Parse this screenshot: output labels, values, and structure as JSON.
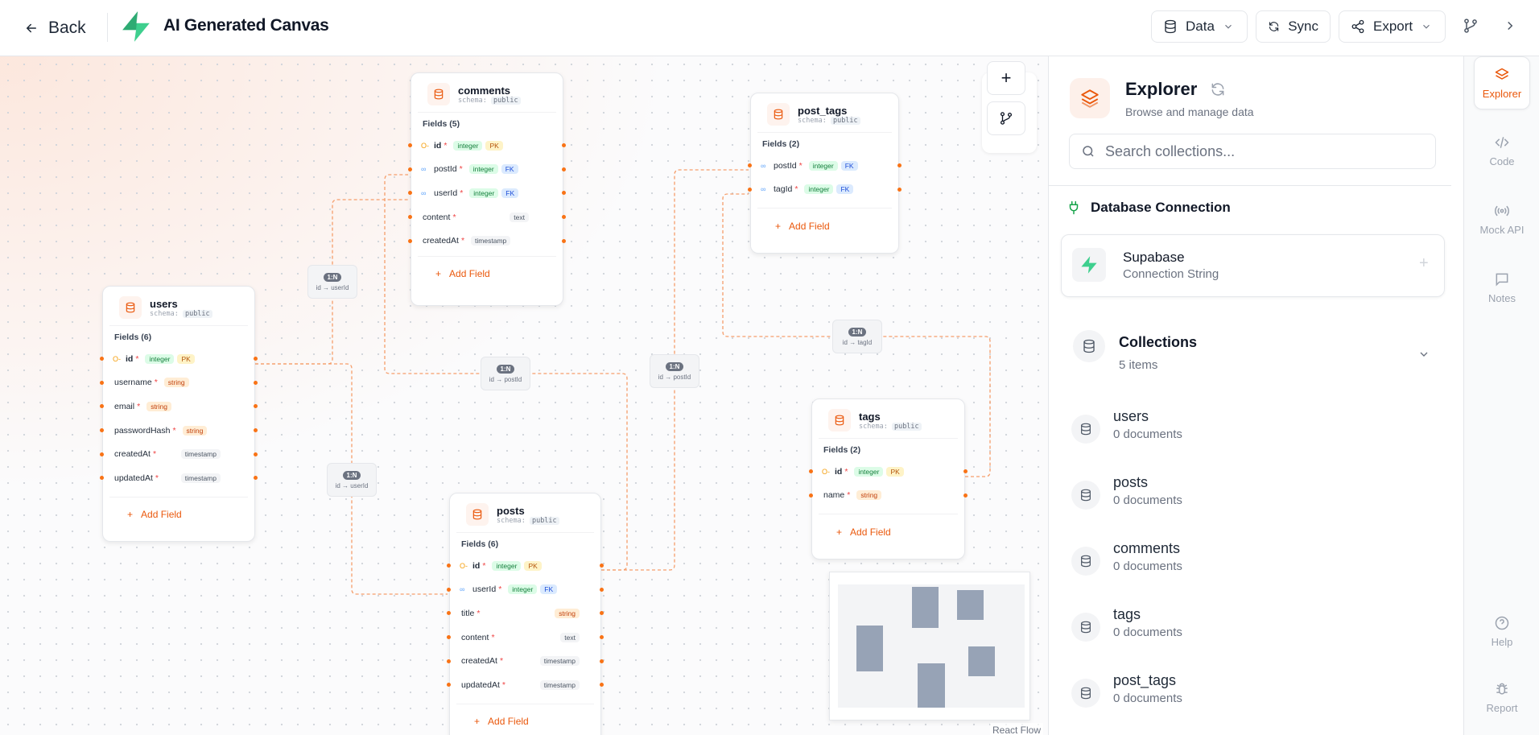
{
  "header": {
    "back_label": "Back",
    "title": "AI Generated Canvas",
    "data_label": "Data",
    "sync_label": "Sync",
    "export_label": "Export"
  },
  "nodes": {
    "users": {
      "name": "users",
      "schema_prefix": "schema:",
      "schema": "public",
      "fields_title": "Fields (6)",
      "fields": [
        {
          "name": "id",
          "type": "integer",
          "badge": "PK"
        },
        {
          "name": "username",
          "type": "string"
        },
        {
          "name": "email",
          "type": "string"
        },
        {
          "name": "passwordHash",
          "type": "string"
        },
        {
          "name": "createdAt",
          "type": "timestamp"
        },
        {
          "name": "updatedAt",
          "type": "timestamp"
        }
      ]
    },
    "comments": {
      "name": "comments",
      "schema_prefix": "schema:",
      "schema": "public",
      "fields_title": "Fields (5)",
      "fields": [
        {
          "name": "id",
          "type": "integer",
          "badge": "PK"
        },
        {
          "name": "postId",
          "type": "integer",
          "badge": "FK"
        },
        {
          "name": "userId",
          "type": "integer",
          "badge": "FK"
        },
        {
          "name": "content",
          "type": "text"
        },
        {
          "name": "createdAt",
          "type": "timestamp"
        }
      ]
    },
    "post_tags": {
      "name": "post_tags",
      "schema_prefix": "schema:",
      "schema": "public",
      "fields_title": "Fields (2)",
      "fields": [
        {
          "name": "postId",
          "type": "integer",
          "badge": "FK"
        },
        {
          "name": "tagId",
          "type": "integer",
          "badge": "FK"
        }
      ]
    },
    "posts": {
      "name": "posts",
      "schema_prefix": "schema:",
      "schema": "public",
      "fields_title": "Fields (6)",
      "fields": [
        {
          "name": "id",
          "type": "integer",
          "badge": "PK"
        },
        {
          "name": "userId",
          "type": "integer",
          "badge": "FK"
        },
        {
          "name": "title",
          "type": "string"
        },
        {
          "name": "content",
          "type": "text"
        },
        {
          "name": "createdAt",
          "type": "timestamp"
        },
        {
          "name": "updatedAt",
          "type": "timestamp"
        }
      ]
    },
    "tags": {
      "name": "tags",
      "schema_prefix": "schema:",
      "schema": "public",
      "fields_title": "Fields (2)",
      "fields": [
        {
          "name": "id",
          "type": "integer",
          "badge": "PK"
        },
        {
          "name": "name",
          "type": "string"
        }
      ]
    }
  },
  "add_field_label": "Add Field",
  "edges": [
    {
      "badge": "1:N",
      "text": "id → userId"
    },
    {
      "badge": "1:N",
      "text": "id → postId"
    },
    {
      "badge": "1:N",
      "text": "id → postId"
    },
    {
      "badge": "1:N",
      "text": "id → tagId"
    },
    {
      "badge": "1:N",
      "text": "id → userId"
    }
  ],
  "canvas": {
    "attribution": "React Flow"
  },
  "explorer": {
    "title": "Explorer",
    "subtitle": "Browse and manage data",
    "search_placeholder": "Search collections...",
    "db_connection_title": "Database Connection",
    "connection": {
      "name": "Supabase",
      "subtitle": "Connection String"
    },
    "collections_title": "Collections",
    "collections_count": "5 items",
    "collections": [
      {
        "name": "users",
        "docs": "0 documents"
      },
      {
        "name": "posts",
        "docs": "0 documents"
      },
      {
        "name": "comments",
        "docs": "0 documents"
      },
      {
        "name": "tags",
        "docs": "0 documents"
      },
      {
        "name": "post_tags",
        "docs": "0 documents"
      }
    ]
  },
  "rail": {
    "explorer": "Explorer",
    "code": "Code",
    "mock_api": "Mock API",
    "notes": "Notes",
    "help": "Help",
    "report": "Report"
  },
  "colors": {
    "accent": "#ea580c",
    "brand_green": "#3ecf8e",
    "edge": "#f59e6b"
  }
}
